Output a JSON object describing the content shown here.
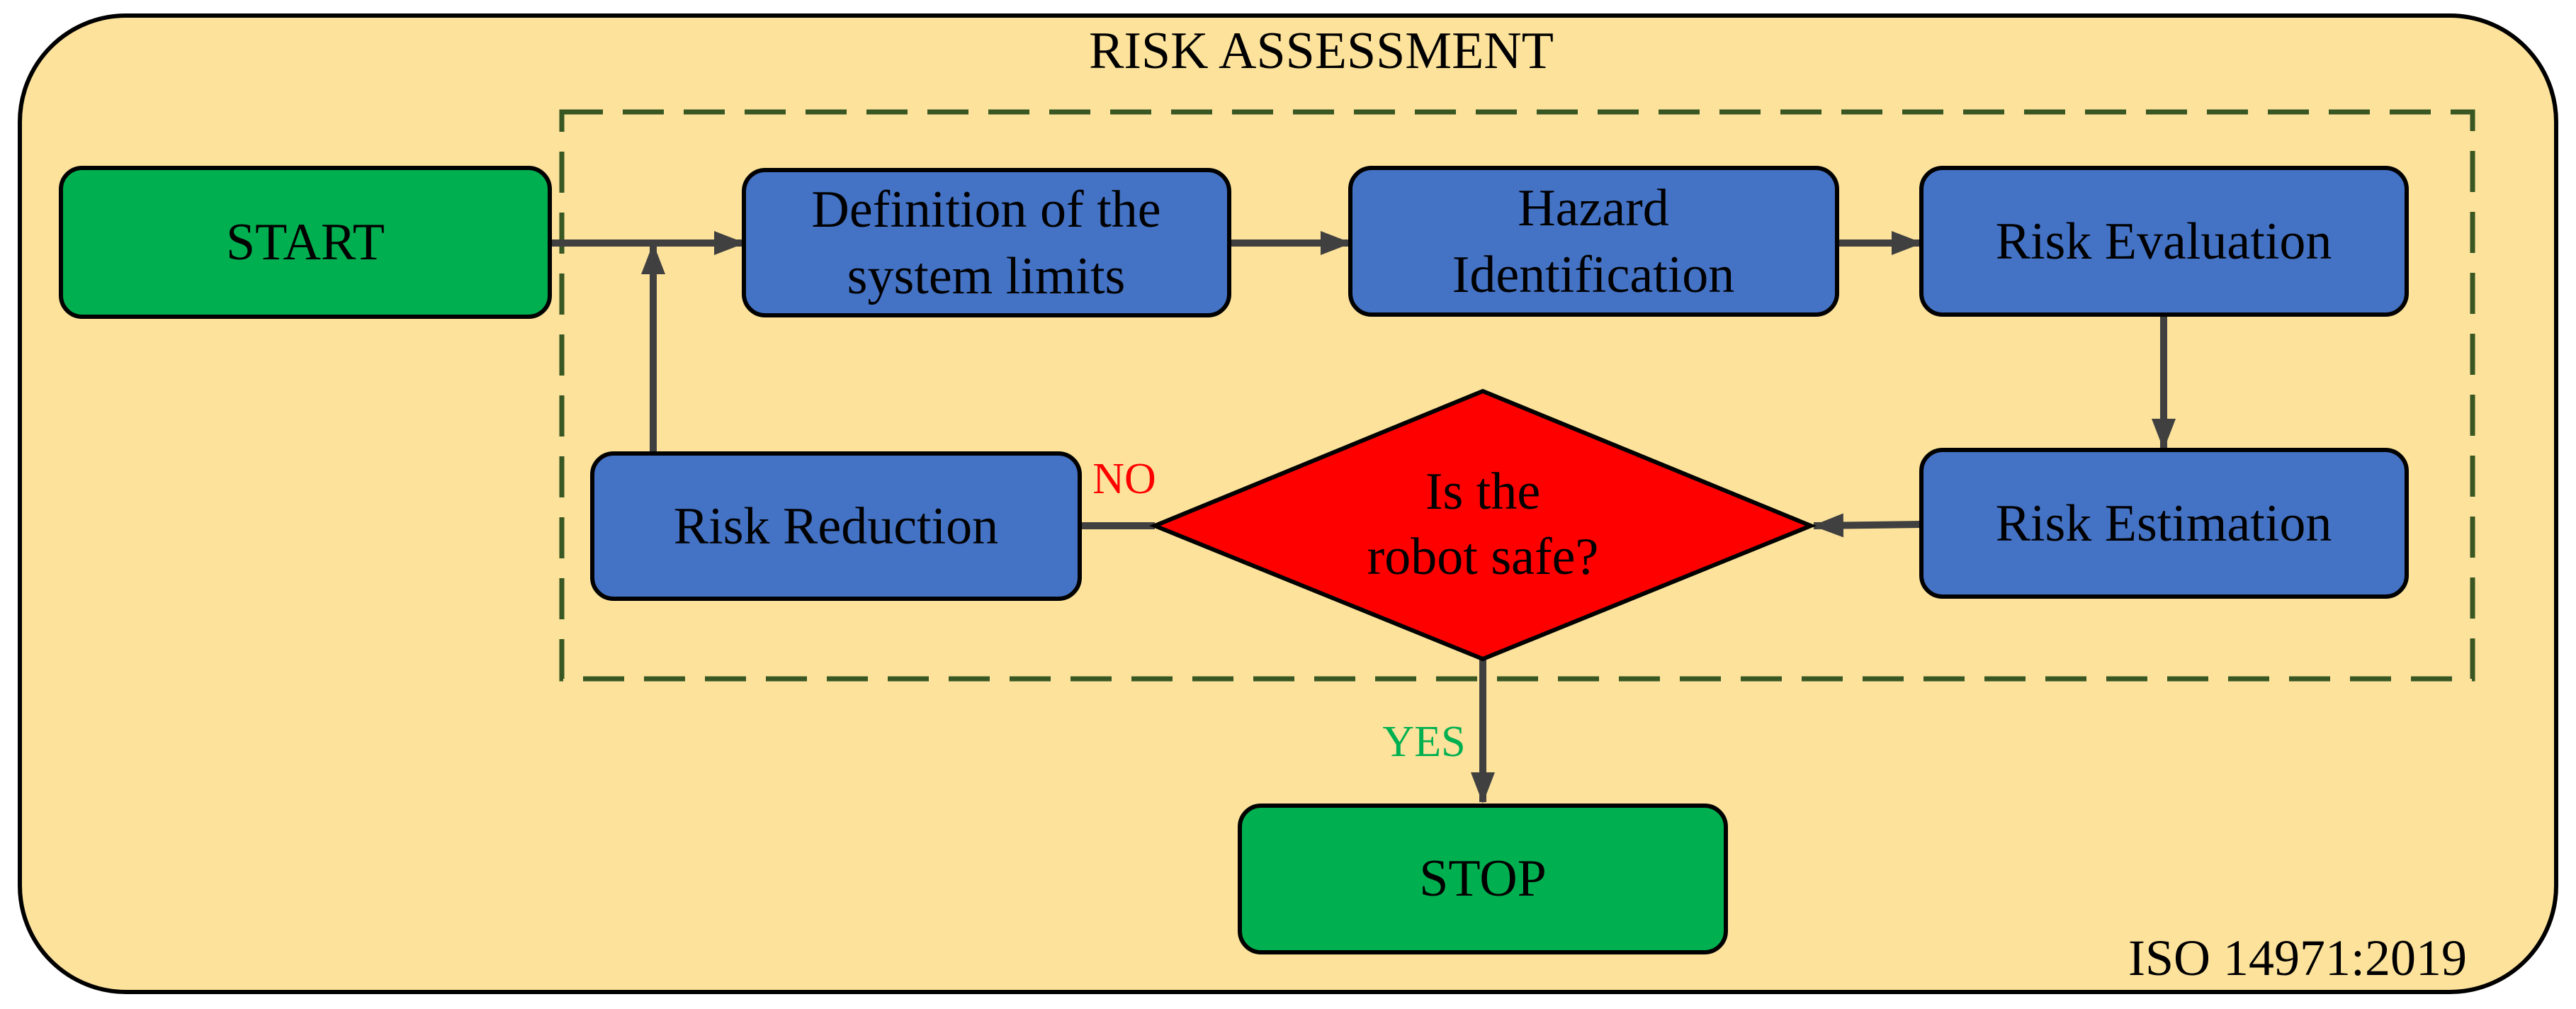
{
  "title": "RISK ASSESSMENT",
  "standard": "ISO 14971:2019",
  "colors": {
    "background_panel": "#FCE29B",
    "terminal": "#00B050",
    "process": "#4472C4",
    "decision": "#FF0000",
    "dashed_border": "#385723",
    "arrow": "#404040",
    "no_label": "#FF0000",
    "yes_label": "#00B050"
  },
  "nodes": {
    "start": "START",
    "definition": [
      "Definition of the",
      "system limits"
    ],
    "hazard": [
      "Hazard",
      "Identification"
    ],
    "evaluation": "Risk Evaluation",
    "estimation": "Risk Estimation",
    "decision": [
      "Is the",
      "robot safe?"
    ],
    "reduction": "Risk Reduction",
    "stop": "STOP"
  },
  "edge_labels": {
    "no": "NO",
    "yes": "YES"
  }
}
